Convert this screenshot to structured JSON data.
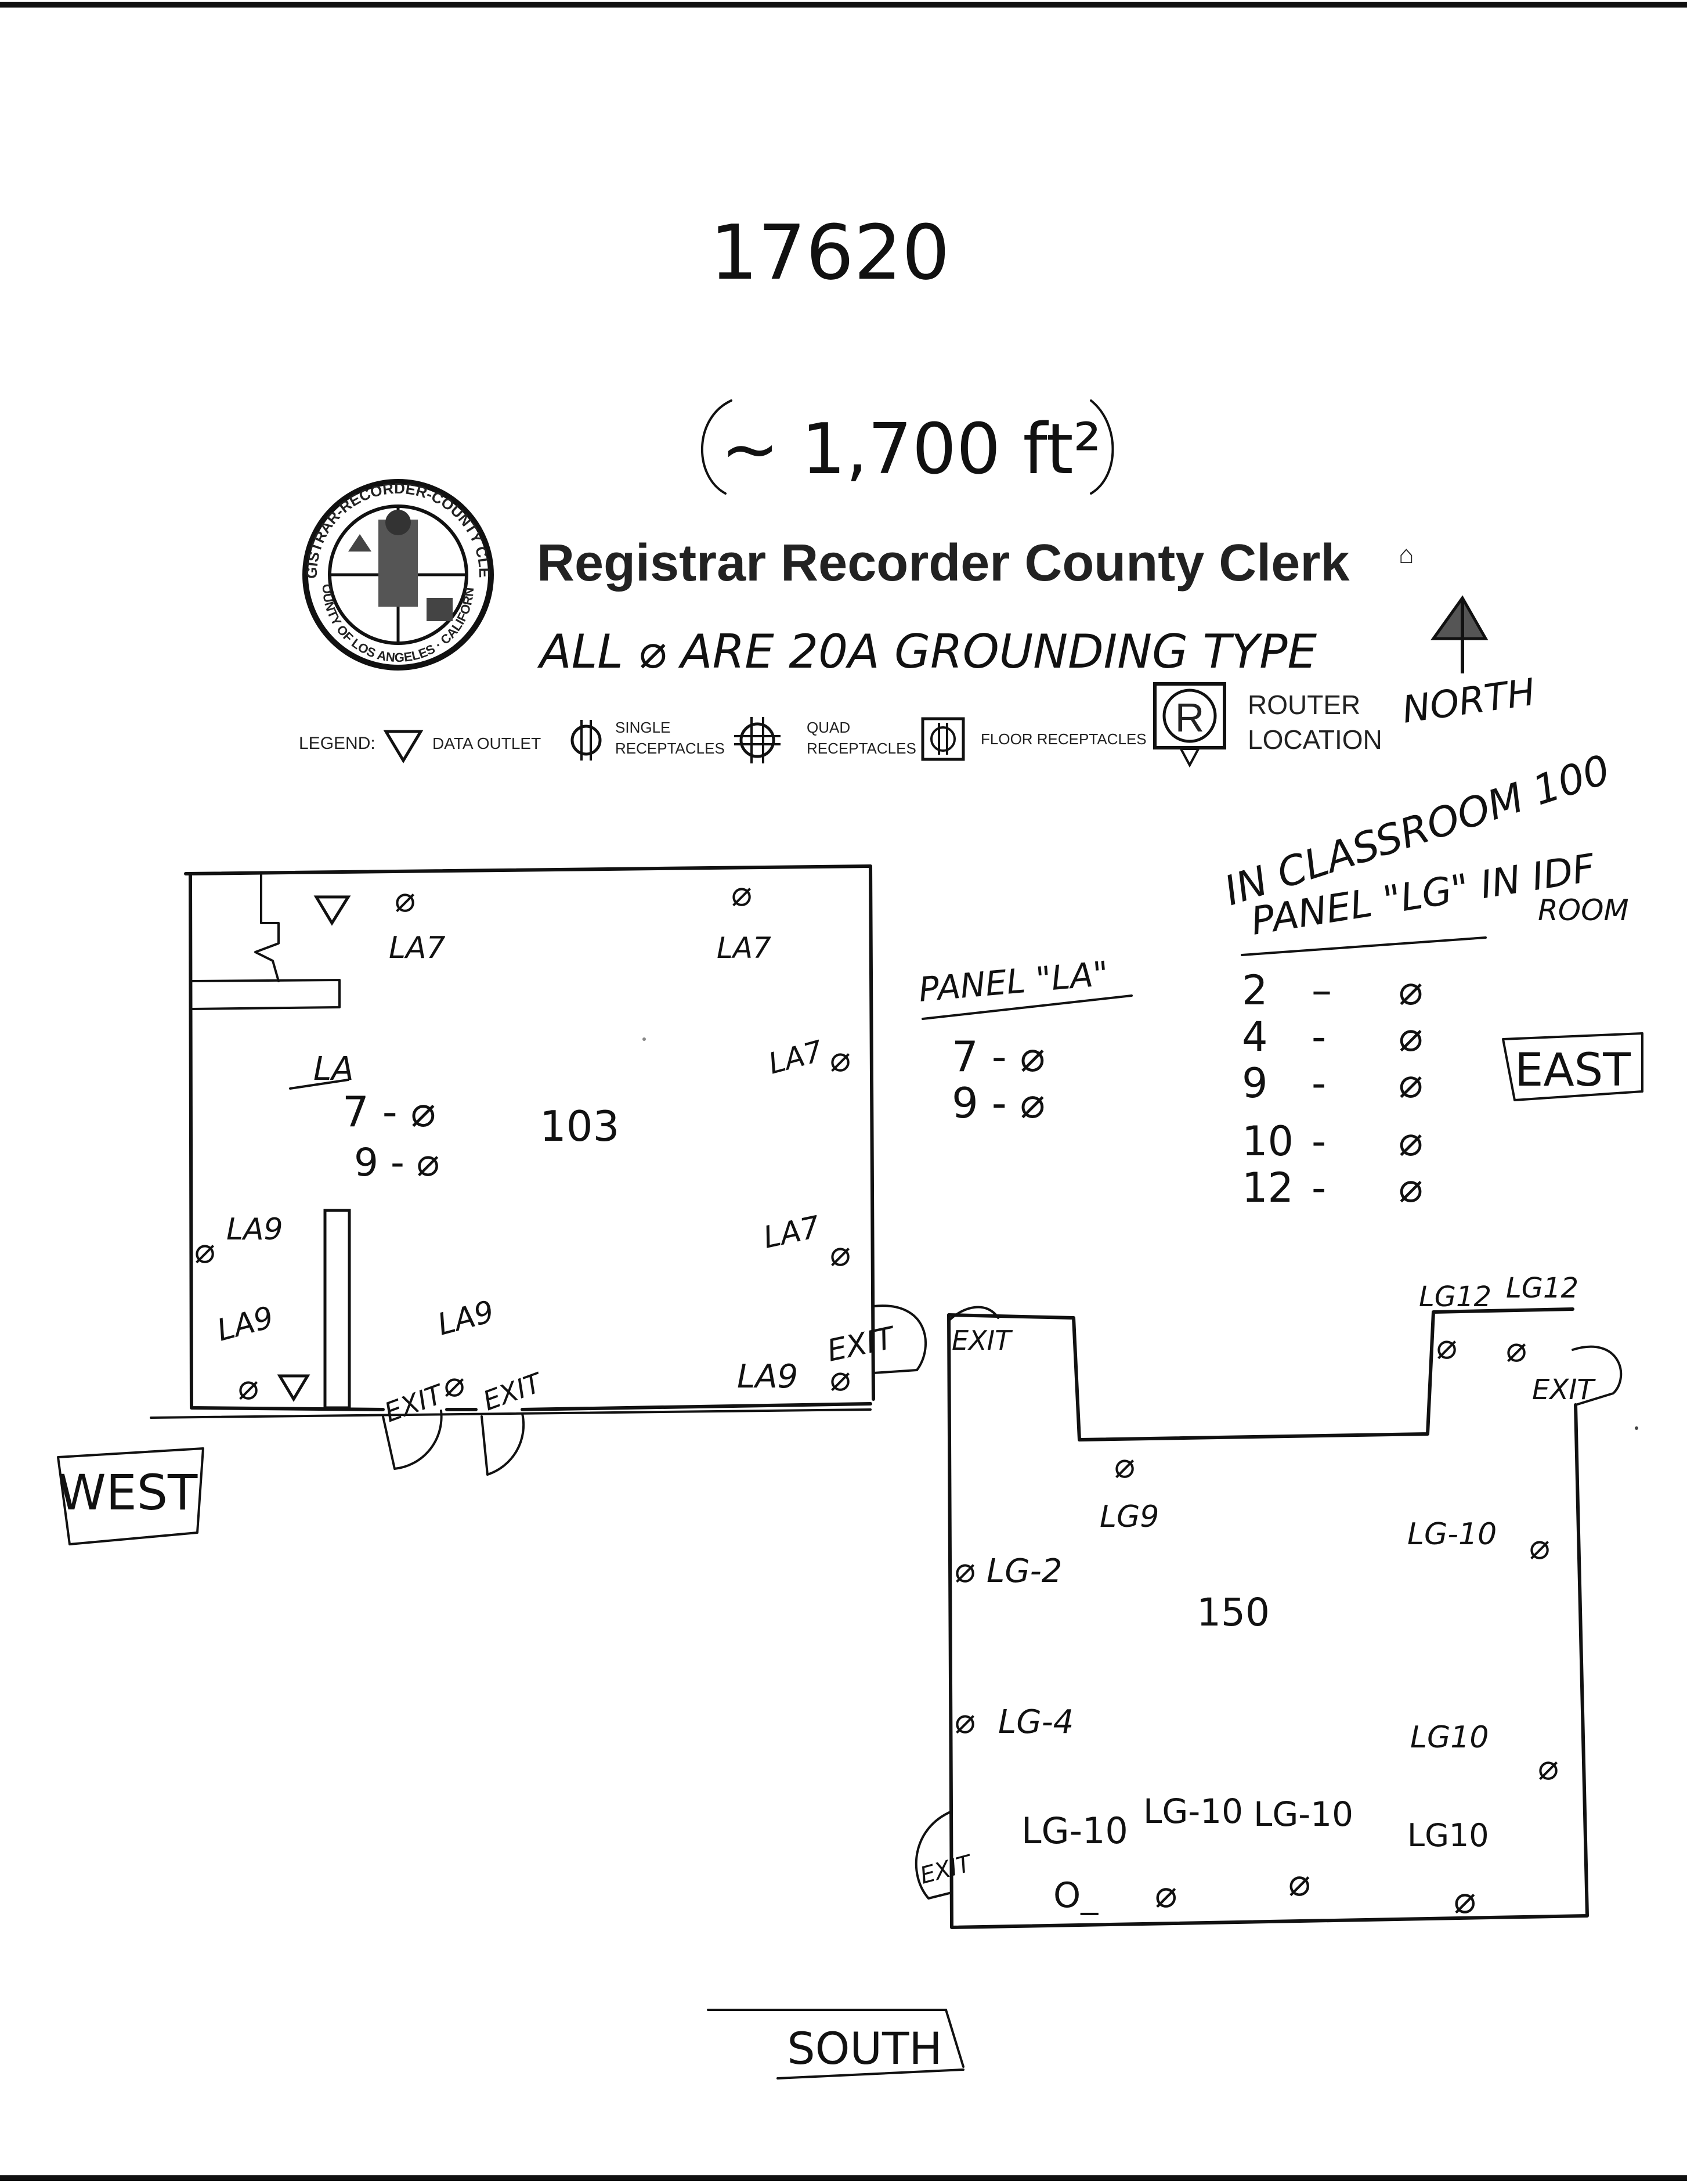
{
  "page": {
    "number": "17620",
    "area_note": "~ 1,700 ft²",
    "colors": {
      "ink": "#111111",
      "paper": "#ffffff"
    }
  },
  "header": {
    "seal_text_top": "REGISTRAR-RECORDER-COUNTY CLERK",
    "seal_text_bottom": "COUNTY OF LOS ANGELES · CALIFORNIA",
    "title": "Registrar Recorder County Clerk",
    "handnote": "ALL ⌀ ARE 20A GROUNDING TYPE",
    "north_label": "NORTH"
  },
  "legend": {
    "label": "LEGEND:",
    "items": [
      {
        "icon": "data-outlet-icon",
        "text": "DATA OUTLET"
      },
      {
        "icon": "single-receptacle-icon",
        "text_1": "SINGLE",
        "text_2": "RECEPTACLES"
      },
      {
        "icon": "quad-receptacle-icon",
        "text_1": "QUAD",
        "text_2": "RECEPTACLES"
      },
      {
        "icon": "floor-receptacle-icon",
        "text": "FLOOR RECEPTACLES"
      },
      {
        "icon": "router-icon",
        "symbol": "R",
        "text_1": "ROUTER",
        "text_2": "LOCATION"
      }
    ]
  },
  "notes": {
    "classroom": "IN CLASSROOM 100",
    "panel_la_title": "PANEL \"LA\"",
    "panel_la_rows": [
      "7 - ⌀",
      "9 - ⌀"
    ],
    "panel_lg_title": "PANEL \"LG\" IN IDF",
    "panel_lg_room": "ROOM",
    "panel_lg_rows": [
      {
        "circuit": "2",
        "sep": "–",
        "sym": "⌀"
      },
      {
        "circuit": "4",
        "sep": "-",
        "sym": "⌀"
      },
      {
        "circuit": "9",
        "sep": "-",
        "sym": "⌀"
      },
      {
        "circuit": "10",
        "sep": "-",
        "sym": "⌀"
      },
      {
        "circuit": "12",
        "sep": "-",
        "sym": "⌀"
      }
    ]
  },
  "directions": {
    "west": "WEST",
    "east": "EAST",
    "south": "SOUTH"
  },
  "room_103": {
    "number": "103",
    "panel": "LA",
    "circuits": [
      "7 - ⌀",
      "9 - ⌀"
    ],
    "labels": {
      "top_left": "LA7",
      "top_mid": "LA7",
      "right_upper": "LA7",
      "right_lower": "LA7",
      "left_mid": "LA9",
      "left_low": "LA9",
      "bottom_mid": "LA9",
      "bottom_right": "LA9",
      "exit_right": "EXIT",
      "exit_bottom_1": "EXIT",
      "exit_bottom_2": "EXIT"
    }
  },
  "room_150": {
    "number": "150",
    "labels": {
      "top_1": "LG12",
      "top_2": "LG12",
      "north_outlet": "LG9",
      "west_1": "LG-2",
      "west_2": "LG-4",
      "east_1": "LG-10",
      "east_2": "LG10",
      "south_1": "LG-10",
      "south_2": "LG-10",
      "south_3": "LG-10",
      "south_4": "LG10",
      "floor_mark": "O_",
      "exit_nw": "EXIT",
      "exit_ne": "EXIT",
      "exit_sw": "EXIT"
    }
  }
}
